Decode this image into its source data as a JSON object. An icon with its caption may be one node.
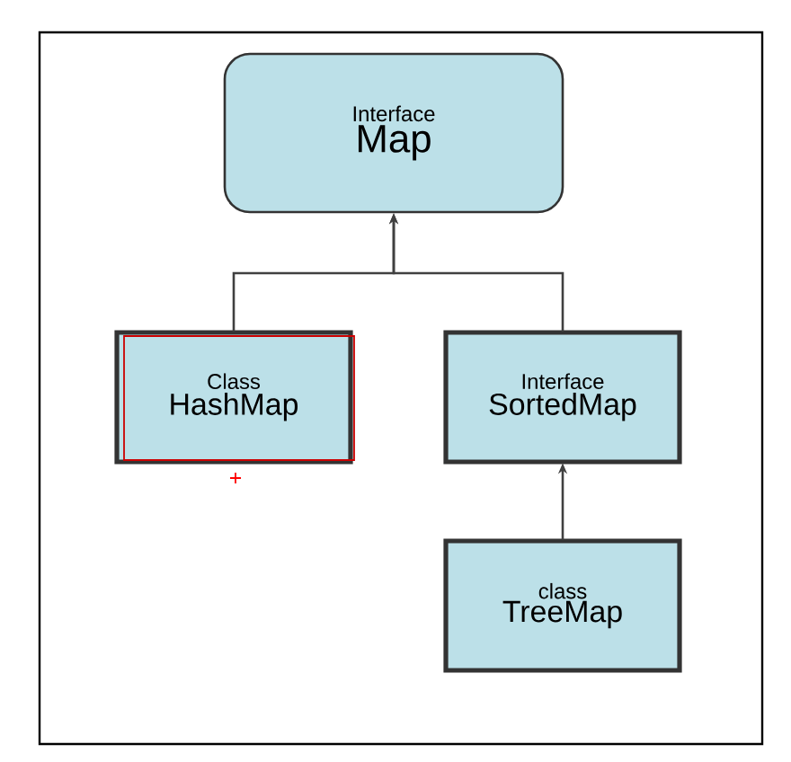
{
  "diagram": {
    "nodes": [
      {
        "text": [
          "Interface",
          "Map"
        ]
      },
      {
        "text": [
          "Class",
          "HashMap"
        ]
      },
      {
        "text": [
          "Interface",
          "SortedMap"
        ]
      },
      {
        "text": [
          "class",
          "TreeMap"
        ]
      }
    ],
    "edges": [
      {
        "from": 1,
        "to": 0,
        "arrow": "to"
      },
      {
        "from": 2,
        "to": 0,
        "arrow": "to"
      },
      {
        "from": 3,
        "to": 2,
        "arrow": "to"
      }
    ]
  }
}
